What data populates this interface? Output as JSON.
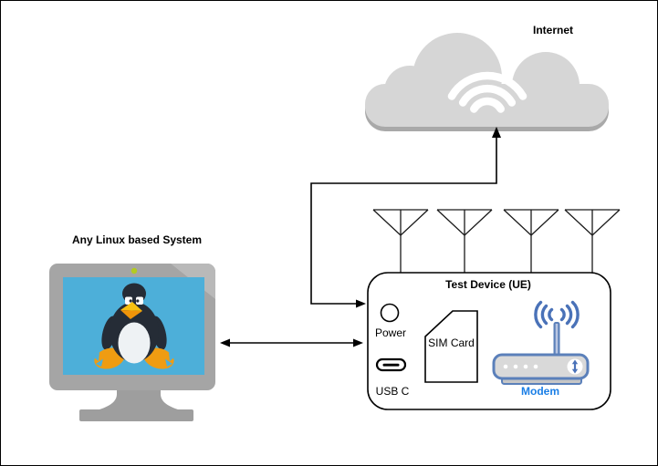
{
  "diagram": {
    "labels": {
      "internet": "Internet",
      "linux_system": "Any Linux based System",
      "device_title": "Test Device (UE)",
      "power": "Power",
      "usb_c": "USB C",
      "sim_card": "SIM Card",
      "modem": "Modem"
    },
    "icons": {
      "cloud": "cloud-icon",
      "wifi": "wifi-signal-icon",
      "antenna": "antenna-icon",
      "monitor": "monitor-icon",
      "tux": "linux-tux-icon",
      "power_button": "power-circle-icon",
      "usb_c_port": "usb-c-port-icon",
      "sim": "sim-card-icon",
      "router": "modem-router-icon",
      "up_down": "up-down-arrow-icon",
      "arrows": "connector-arrow-icon"
    },
    "colors": {
      "cloud_fill": "#d6d6d6",
      "cloud_rim": "#a9a9a9",
      "wifi_arcs": "#ffffff",
      "connector_line": "#000000",
      "monitor_frame": "#a5a5a5",
      "monitor_frame_highlight": "#b9b9b9",
      "monitor_stand": "#9e9e9e",
      "screen_blue": "#4dafd9",
      "webcam_led_green": "#b3cb20",
      "tux_body": "#252c36",
      "tux_belly": "#eef2f4",
      "tux_orange": "#ef9c12",
      "tux_beak_yellow": "#f7c111",
      "modem_outline_blue": "#5b80ba",
      "modem_wave_blue": "#4a72b8",
      "modem_body_gray": "#d9d9d9",
      "modem_label_blue": "#1a7ee6"
    }
  }
}
